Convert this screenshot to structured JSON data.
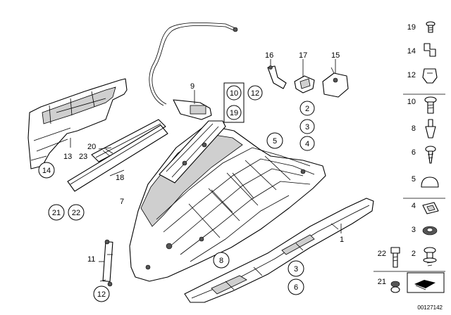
{
  "diagram": {
    "doc_number": "00127142"
  },
  "callouts": {
    "c14": "14",
    "c21": "21",
    "c22": "22",
    "c13": "13",
    "c23": "23",
    "c20": "20",
    "c18": "18",
    "c7": "7",
    "c11": "11",
    "c12a": "12",
    "c9": "9",
    "c10": "10",
    "c19": "19",
    "c16": "16",
    "c12b": "12",
    "c17": "17",
    "c15": "15",
    "c2": "2",
    "c3a": "3",
    "c4": "4",
    "c5": "5",
    "c8": "8",
    "c3b": "3",
    "c6": "6",
    "c1": "1"
  },
  "legend": [
    {
      "number": "19",
      "icon": "screw-icon"
    },
    {
      "number": "14",
      "icon": "bracket-icon"
    },
    {
      "number": "12",
      "icon": "clip-icon"
    },
    {
      "number": "10",
      "icon": "bolt-icon"
    },
    {
      "number": "8",
      "icon": "expanding-rivet-icon"
    },
    {
      "number": "6",
      "icon": "self-tapping-screw-icon"
    },
    {
      "number": "5",
      "icon": "cap-icon"
    },
    {
      "number": "4",
      "icon": "nut-clip-icon"
    },
    {
      "number": "3",
      "icon": "washer-icon"
    },
    {
      "number": "2",
      "icon": "screw-with-washer-icon"
    },
    {
      "number": "22",
      "icon": "hex-bolt-icon"
    },
    {
      "number": "21",
      "icon": "nut-icon"
    }
  ]
}
